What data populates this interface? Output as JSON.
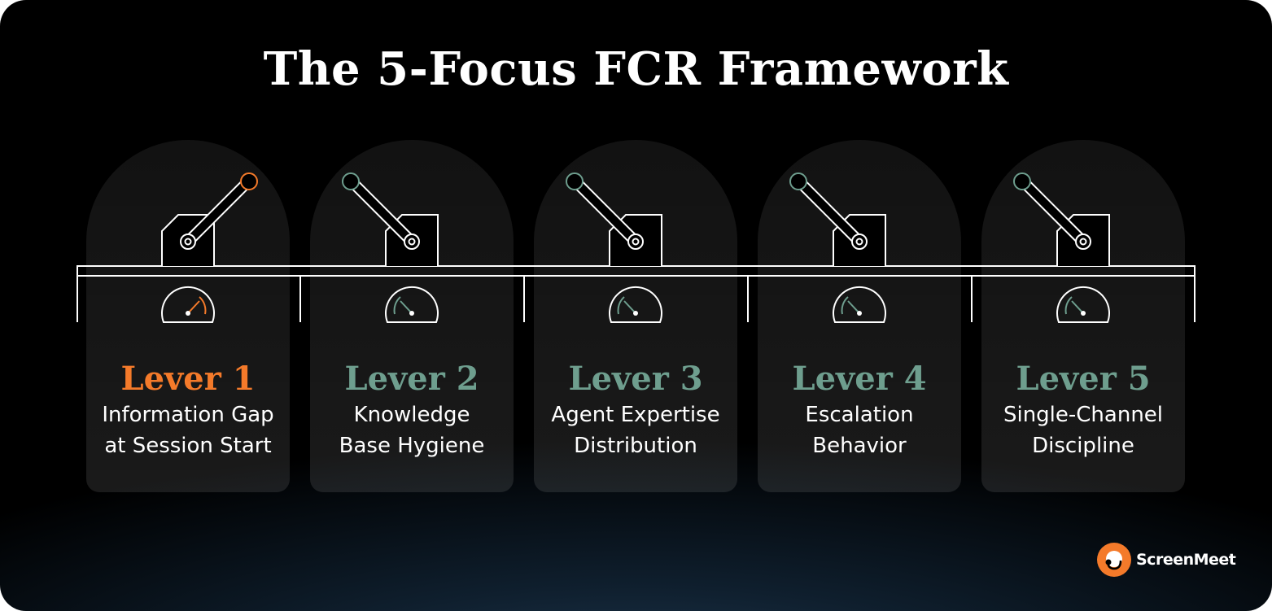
{
  "title": "The 5-Focus FCR Framework",
  "colors": {
    "accent_active": "#f47a2a",
    "accent_inactive": "#6e9e8e",
    "line": "#ffffff",
    "background": "#000000"
  },
  "levers": [
    {
      "label": "Lever 1",
      "line1": "Information Gap",
      "line2": "at Session Start",
      "state": "active",
      "handle_icon": "lever-up-icon",
      "gauge_icon": "gauge-high-icon"
    },
    {
      "label": "Lever 2",
      "line1": "Knowledge",
      "line2": "Base Hygiene",
      "state": "inactive",
      "handle_icon": "lever-down-icon",
      "gauge_icon": "gauge-low-icon"
    },
    {
      "label": "Lever 3",
      "line1": "Agent Expertise",
      "line2": "Distribution",
      "state": "inactive",
      "handle_icon": "lever-down-icon",
      "gauge_icon": "gauge-low-icon"
    },
    {
      "label": "Lever 4",
      "line1": "Escalation",
      "line2": "Behavior",
      "state": "inactive",
      "handle_icon": "lever-down-icon",
      "gauge_icon": "gauge-low-icon"
    },
    {
      "label": "Lever 5",
      "line1": "Single-Channel",
      "line2": "Discipline",
      "state": "inactive",
      "handle_icon": "lever-down-icon",
      "gauge_icon": "gauge-low-icon"
    }
  ],
  "brand": {
    "name": "ScreenMeet",
    "logo_icon": "screenmeet-logo-icon"
  }
}
